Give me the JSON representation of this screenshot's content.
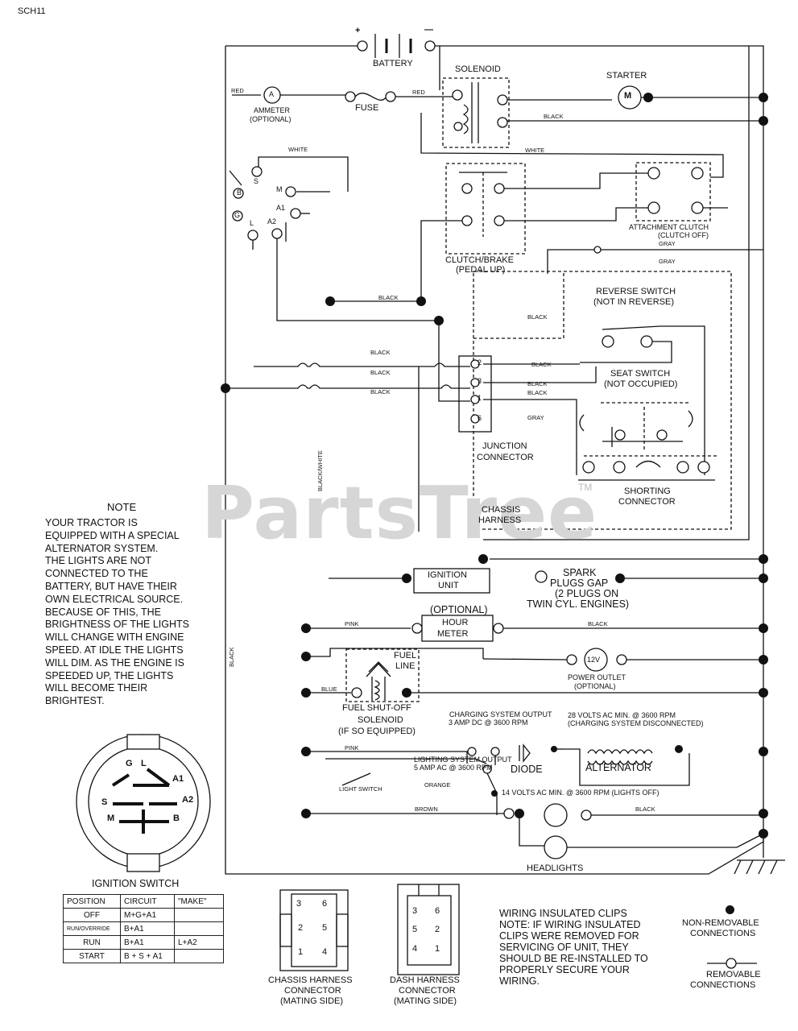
{
  "page_code": "SCH11",
  "watermark": {
    "brand": "PartsTree",
    "tm": "TM"
  },
  "components": {
    "battery": "BATTERY",
    "battery_plus": "+",
    "battery_minus": "—",
    "solenoid": "SOLENOID",
    "starter": "STARTER",
    "starter_symbol": "M",
    "ammeter": "AMMETER",
    "ammeter_optional": "(OPTIONAL)",
    "ammeter_symbol": "A",
    "fuse": "FUSE",
    "clutch_brake": "CLUTCH/BRAKE",
    "clutch_brake_sub": "(PEDAL UP)",
    "attachment_clutch": "ATTACHMENT CLUTCH",
    "attachment_clutch_sub": "(CLUTCH OFF)",
    "reverse_switch": "REVERSE SWITCH",
    "reverse_switch_sub": "(NOT IN REVERSE)",
    "seat_switch": "SEAT SWITCH",
    "seat_switch_sub": "(NOT OCCUPIED)",
    "junction_connector_1": "JUNCTION",
    "junction_connector_2": "CONNECTOR",
    "shorting_connector_1": "SHORTING",
    "shorting_connector_2": "CONNECTOR",
    "chassis_harness_1": "CHASSIS",
    "chassis_harness_2": "HARNESS",
    "ignition_unit_1": "IGNITION",
    "ignition_unit_2": "UNIT",
    "spark_1": "SPARK",
    "spark_2": "PLUGS GAP",
    "spark_3": "(2 PLUGS ON",
    "spark_4": "TWIN CYL. ENGINES)",
    "hour_meter_optional": "(OPTIONAL)",
    "hour_meter_1": "HOUR",
    "hour_meter_2": "METER",
    "fuel_line_1": "FUEL",
    "fuel_line_2": "LINE",
    "power_outlet": "POWER OUTLET",
    "power_outlet_optional": "(OPTIONAL)",
    "power_outlet_symbol": "12V",
    "fuel_shutoff_1": "FUEL SHUT-OFF",
    "fuel_shutoff_2": "SOLENOID",
    "fuel_shutoff_3": "(IF SO EQUIPPED)",
    "charging_output_1": "CHARGING SYSTEM OUTPUT",
    "charging_output_2": "3 AMP DC @ 3600 RPM",
    "volts28_1": "28 VOLTS AC MIN. @ 3600 RPM",
    "volts28_2": "(CHARGING SYSTEM DISCONNECTED)",
    "lighting_output_1": "LIGHTING SYSTEM OUTPUT",
    "lighting_output_2": "5 AMP AC @ 3600 RPM",
    "diode": "DIODE",
    "alternator": "ALTERNATOR",
    "light_switch": "LIGHT SWITCH",
    "volts14": "14 VOLTS AC MIN. @ 3600 RPM (LIGHTS OFF)",
    "headlights": "HEADLIGHTS",
    "ignition_switch": "IGNITION SWITCH"
  },
  "wire_labels": {
    "red1": "RED",
    "red2": "RED",
    "black_solenoid": "BLACK",
    "white_top": "WHITE",
    "white_mid": "WHITE",
    "black_ign": "BLACK",
    "black_j1": "BLACK",
    "black_j2": "BLACK",
    "black_j3": "BLACK",
    "black_r1": "BLACK",
    "black_r2": "BLACK",
    "black_r3": "BLACK",
    "black_r4": "BLACK",
    "gray1": "GRAY",
    "gray2": "GRAY",
    "gray3": "GRAY",
    "black_white": "BLACK/WHITE",
    "black_left": "BLACK",
    "pink": "PINK",
    "black_hour": "BLACK",
    "blue": "BLUE",
    "pink2": "PINK",
    "orange": "ORANGE",
    "brown": "BROWN",
    "black_bottom": "BLACK"
  },
  "ignition_terminals": {
    "s": "S",
    "m": "M",
    "a1": "A1",
    "a2": "A2",
    "l": "L",
    "g": "G",
    "b": "B"
  },
  "junction_pins": {
    "p2": "2",
    "p3": "3",
    "p1": "1",
    "p6": "6"
  },
  "note": {
    "title": "NOTE",
    "lines": [
      "YOUR TRACTOR IS",
      "EQUIPPED WITH A SPECIAL",
      "ALTERNATOR SYSTEM.",
      "THE LIGHTS ARE NOT",
      "CONNECTED TO THE",
      "BATTERY, BUT HAVE THEIR",
      "OWN ELECTRICAL SOURCE.",
      "BECAUSE OF THIS, THE",
      "BRIGHTNESS OF THE LIGHTS",
      "WILL CHANGE WITH ENGINE",
      "SPEED.  AT IDLE THE LIGHTS",
      "WILL DIM.  AS THE ENGINE IS",
      "SPEEDED UP, THE LIGHTS",
      "WILL BECOME THEIR",
      "BRIGHTEST."
    ]
  },
  "switch_face": {
    "g": "G",
    "l": "L",
    "a1": "A1",
    "s": "S",
    "a2": "A2",
    "m": "M",
    "b": "B"
  },
  "ignition_table": {
    "headers": [
      "POSITION",
      "CIRCUIT",
      "\"MAKE\""
    ],
    "rows": [
      {
        "position": "OFF",
        "circuit": "M+G+A1",
        "make": ""
      },
      {
        "position": "RUN/OVERRIDE",
        "circuit": "B+A1",
        "make": ""
      },
      {
        "position": "RUN",
        "circuit": "B+A1",
        "make": "L+A2"
      },
      {
        "position": "START",
        "circuit": "B + S + A1",
        "make": ""
      }
    ]
  },
  "connectors": {
    "chassis_1": "CHASSIS HARNESS",
    "chassis_2": "CONNECTOR",
    "chassis_3": "(MATING SIDE)",
    "dash_1": "DASH HARNESS",
    "dash_2": "CONNECTOR",
    "dash_3": "(MATING SIDE)",
    "chassis_pins": [
      "3",
      "6",
      "2",
      "5",
      "1",
      "4"
    ],
    "dash_pins": [
      "3",
      "6",
      "5",
      "2",
      "4",
      "1"
    ]
  },
  "clips_note": [
    "WIRING INSULATED CLIPS",
    "NOTE: IF WIRING INSULATED",
    "CLIPS WERE REMOVED FOR",
    "SERVICING OF UNIT, THEY",
    "SHOULD BE RE-INSTALLED TO",
    "PROPERLY SECURE YOUR",
    "WIRING."
  ],
  "legend": {
    "nonremovable_1": "NON-REMOVABLE",
    "nonremovable_2": "CONNECTIONS",
    "removable_1": "REMOVABLE",
    "removable_2": "CONNECTIONS"
  }
}
